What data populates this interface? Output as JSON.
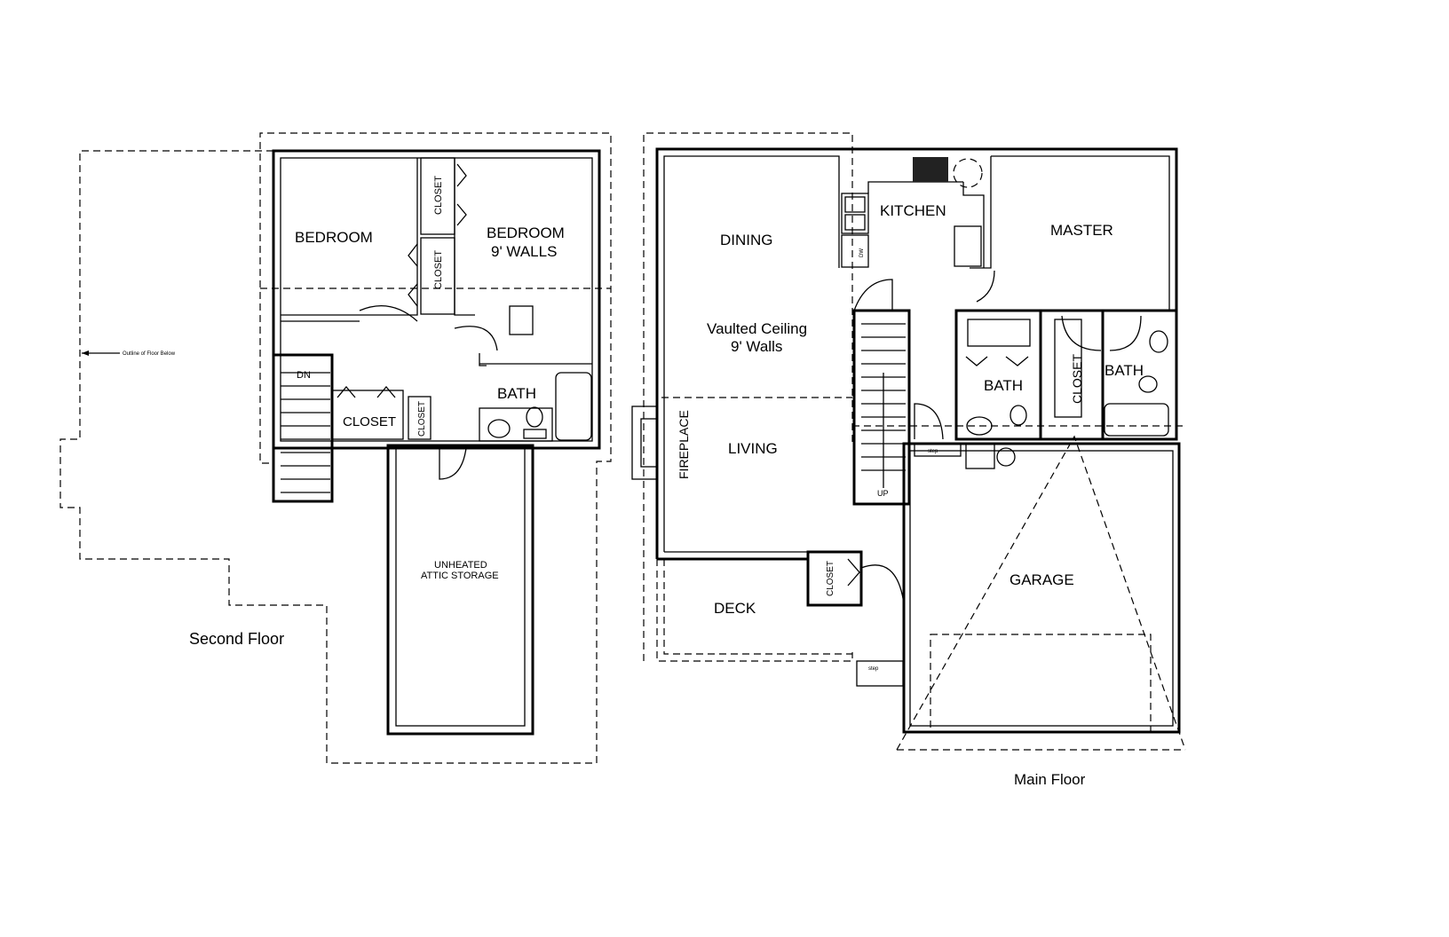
{
  "second_floor": {
    "caption": "Second Floor",
    "outline_note": "Outline of Floor Below",
    "rooms": {
      "bedroom_1": "BEDROOM",
      "bedroom_2_line1": "BEDROOM",
      "bedroom_2_line2": "9' WALLS",
      "closet_a": "CLOSET",
      "closet_b": "CLOSET",
      "closet_hall": "CLOSET",
      "closet_linen": "CLOSET",
      "bath": "BATH",
      "stairs_dn": "DN",
      "attic_line1": "UNHEATED",
      "attic_line2": "ATTIC STORAGE"
    }
  },
  "main_floor": {
    "caption": "Main Floor",
    "rooms": {
      "dining": "DINING",
      "vaulted_line1": "Vaulted Ceiling",
      "vaulted_line2": "9' Walls",
      "living": "LIVING",
      "fireplace": "FIREPLACE",
      "kitchen": "KITCHEN",
      "dishwasher": "DW",
      "master": "MASTER",
      "bath_1": "BATH",
      "bath_2": "BATH",
      "closet_master": "CLOSET",
      "closet_entry": "CLOSET",
      "stairs_up": "UP",
      "deck": "DECK",
      "garage": "GARAGE",
      "step_1": "step",
      "step_2": "step"
    }
  }
}
